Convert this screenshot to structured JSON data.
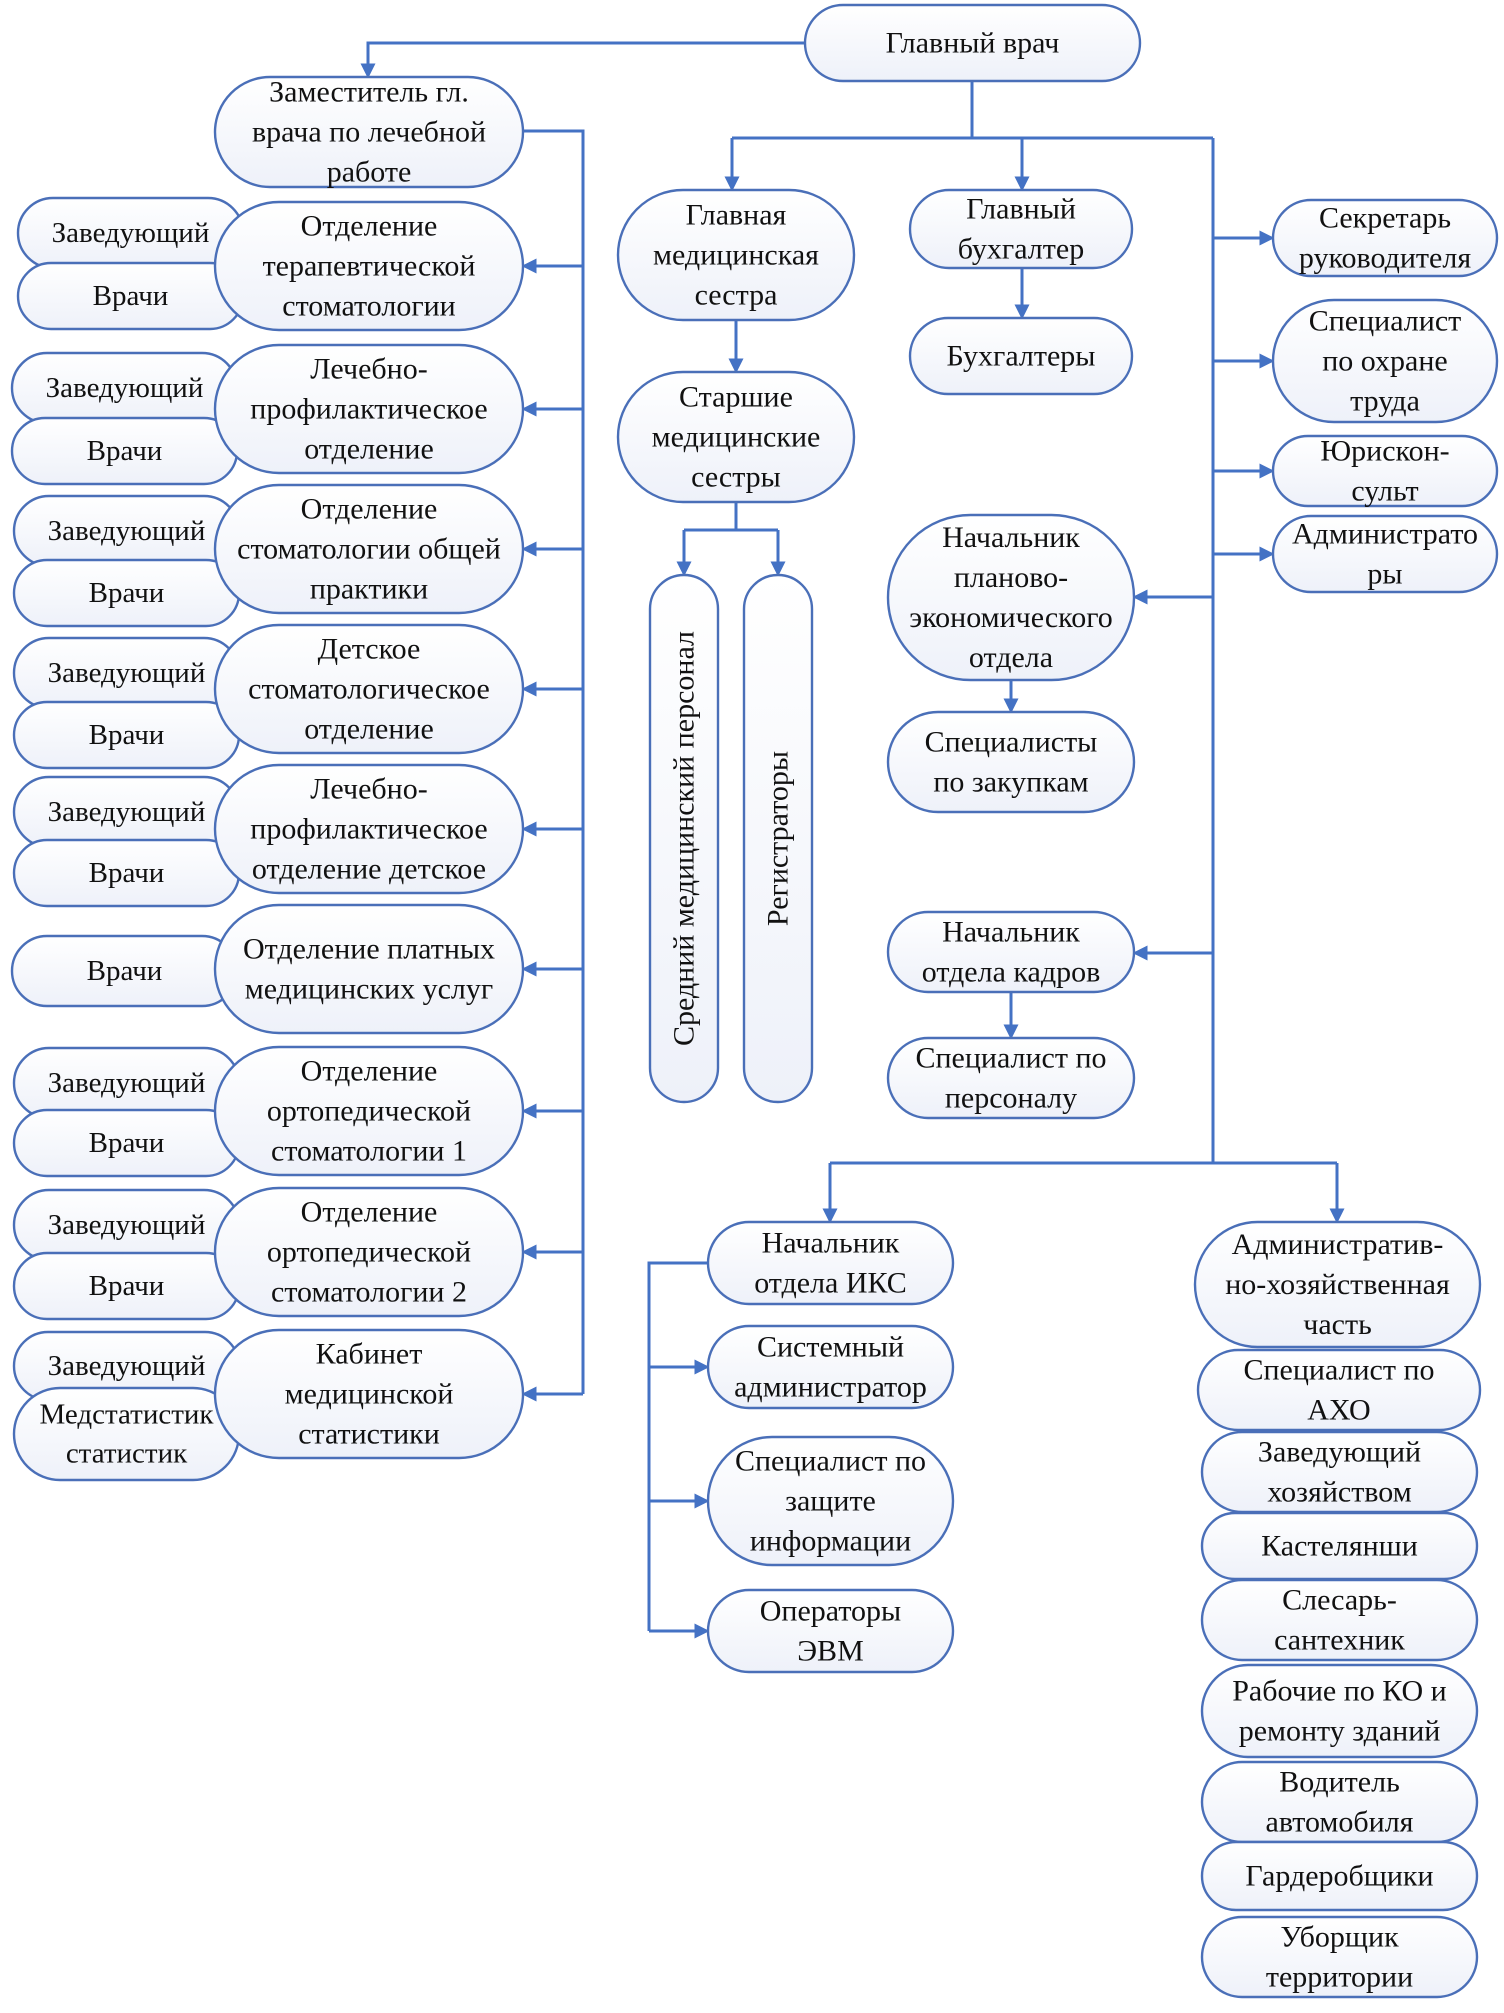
{
  "colors": {
    "line": "#4472c4",
    "node_border": "#4a6fb8",
    "node_fill_top": "#ffffff",
    "node_fill_bottom": "#eef1f9",
    "text": "#111111"
  },
  "nodes": {
    "glavvrach": [
      "Главный врач"
    ],
    "zam": [
      "Заместитель гл.",
      "врача по лечебной",
      "работе"
    ],
    "gms": [
      "Главная",
      "медицинская",
      "сестра"
    ],
    "gbuh": [
      "Главный",
      "бухгалтер"
    ],
    "buh": [
      "Бухгалтеры"
    ],
    "sms": [
      "Старшие",
      "медицинские",
      "сестры"
    ],
    "smp": [
      "Средний медицинский персонал"
    ],
    "reg": [
      "Регистраторы"
    ],
    "sekr": [
      "Секретарь",
      "руководителя"
    ],
    "ohrana": [
      "Специалист",
      "по охране",
      "труда"
    ],
    "yur": [
      "Юрискон-",
      "сульт"
    ],
    "admin": [
      "Администрато",
      "ры"
    ],
    "peo": [
      "Начальник",
      "планово-",
      "экономического",
      "отдела"
    ],
    "zakup": [
      "Специалисты",
      "по закупкам"
    ],
    "kadr": [
      "Начальник",
      "отдела кадров"
    ],
    "persspec": [
      "Специалист по",
      "персоналу"
    ],
    "iks": [
      "Начальник",
      "отдела ИКС"
    ],
    "sysadm": [
      "Системный",
      "администратор"
    ],
    "infosec": [
      "Специалист по",
      "защите",
      "информации"
    ],
    "evm": [
      "Операторы",
      "ЭВМ"
    ],
    "ahch": [
      "Административ-",
      "но-хозяйственная",
      "часть"
    ],
    "aho": [
      "Специалист по",
      "АХО"
    ],
    "zavhoz": [
      "Заведующий",
      "хозяйством"
    ],
    "kastel": [
      "Кастелянши"
    ],
    "slesar": [
      "Слесарь-",
      "сантехник"
    ],
    "rabko": [
      "Рабочие по КО и",
      "ремонту зданий"
    ],
    "voditel": [
      "Водитель",
      "автомобиля"
    ],
    "garderob": [
      "Гардеробщики"
    ],
    "uborsh": [
      "Уборщик",
      "территории"
    ],
    "d1": [
      "Отделение",
      "терапевтической",
      "стоматологии"
    ],
    "d1z": [
      "Заведующий"
    ],
    "d1v": [
      "Врачи"
    ],
    "d2": [
      "Лечебно-",
      "профилактическое",
      "отделение"
    ],
    "d2z": [
      "Заведующий"
    ],
    "d2v": [
      "Врачи"
    ],
    "d3": [
      "Отделение",
      "стоматологии общей",
      "практики"
    ],
    "d3z": [
      "Заведующий"
    ],
    "d3v": [
      "Врачи"
    ],
    "d4": [
      "Детское",
      "стоматологическое",
      "отделение"
    ],
    "d4z": [
      "Заведующий"
    ],
    "d4v": [
      "Врачи"
    ],
    "d5": [
      "Лечебно-",
      "профилактическое",
      "отделение детское"
    ],
    "d5z": [
      "Заведующий"
    ],
    "d5v": [
      "Врачи"
    ],
    "d6": [
      "Отделение платных",
      "медицинских услуг"
    ],
    "d6v": [
      "Врачи"
    ],
    "d7": [
      "Отделение",
      "ортопедической",
      "стоматологии 1"
    ],
    "d7z": [
      "Заведующий"
    ],
    "d7v": [
      "Врачи"
    ],
    "d8": [
      "Отделение",
      "ортопедической",
      "стоматологии 2"
    ],
    "d8z": [
      "Заведующий"
    ],
    "d8v": [
      "Врачи"
    ],
    "d9": [
      "Кабинет",
      "медицинской",
      "статистики"
    ],
    "d9z": [
      "Заведующий"
    ],
    "d9v": [
      "Медстатистик",
      "статистик"
    ]
  }
}
